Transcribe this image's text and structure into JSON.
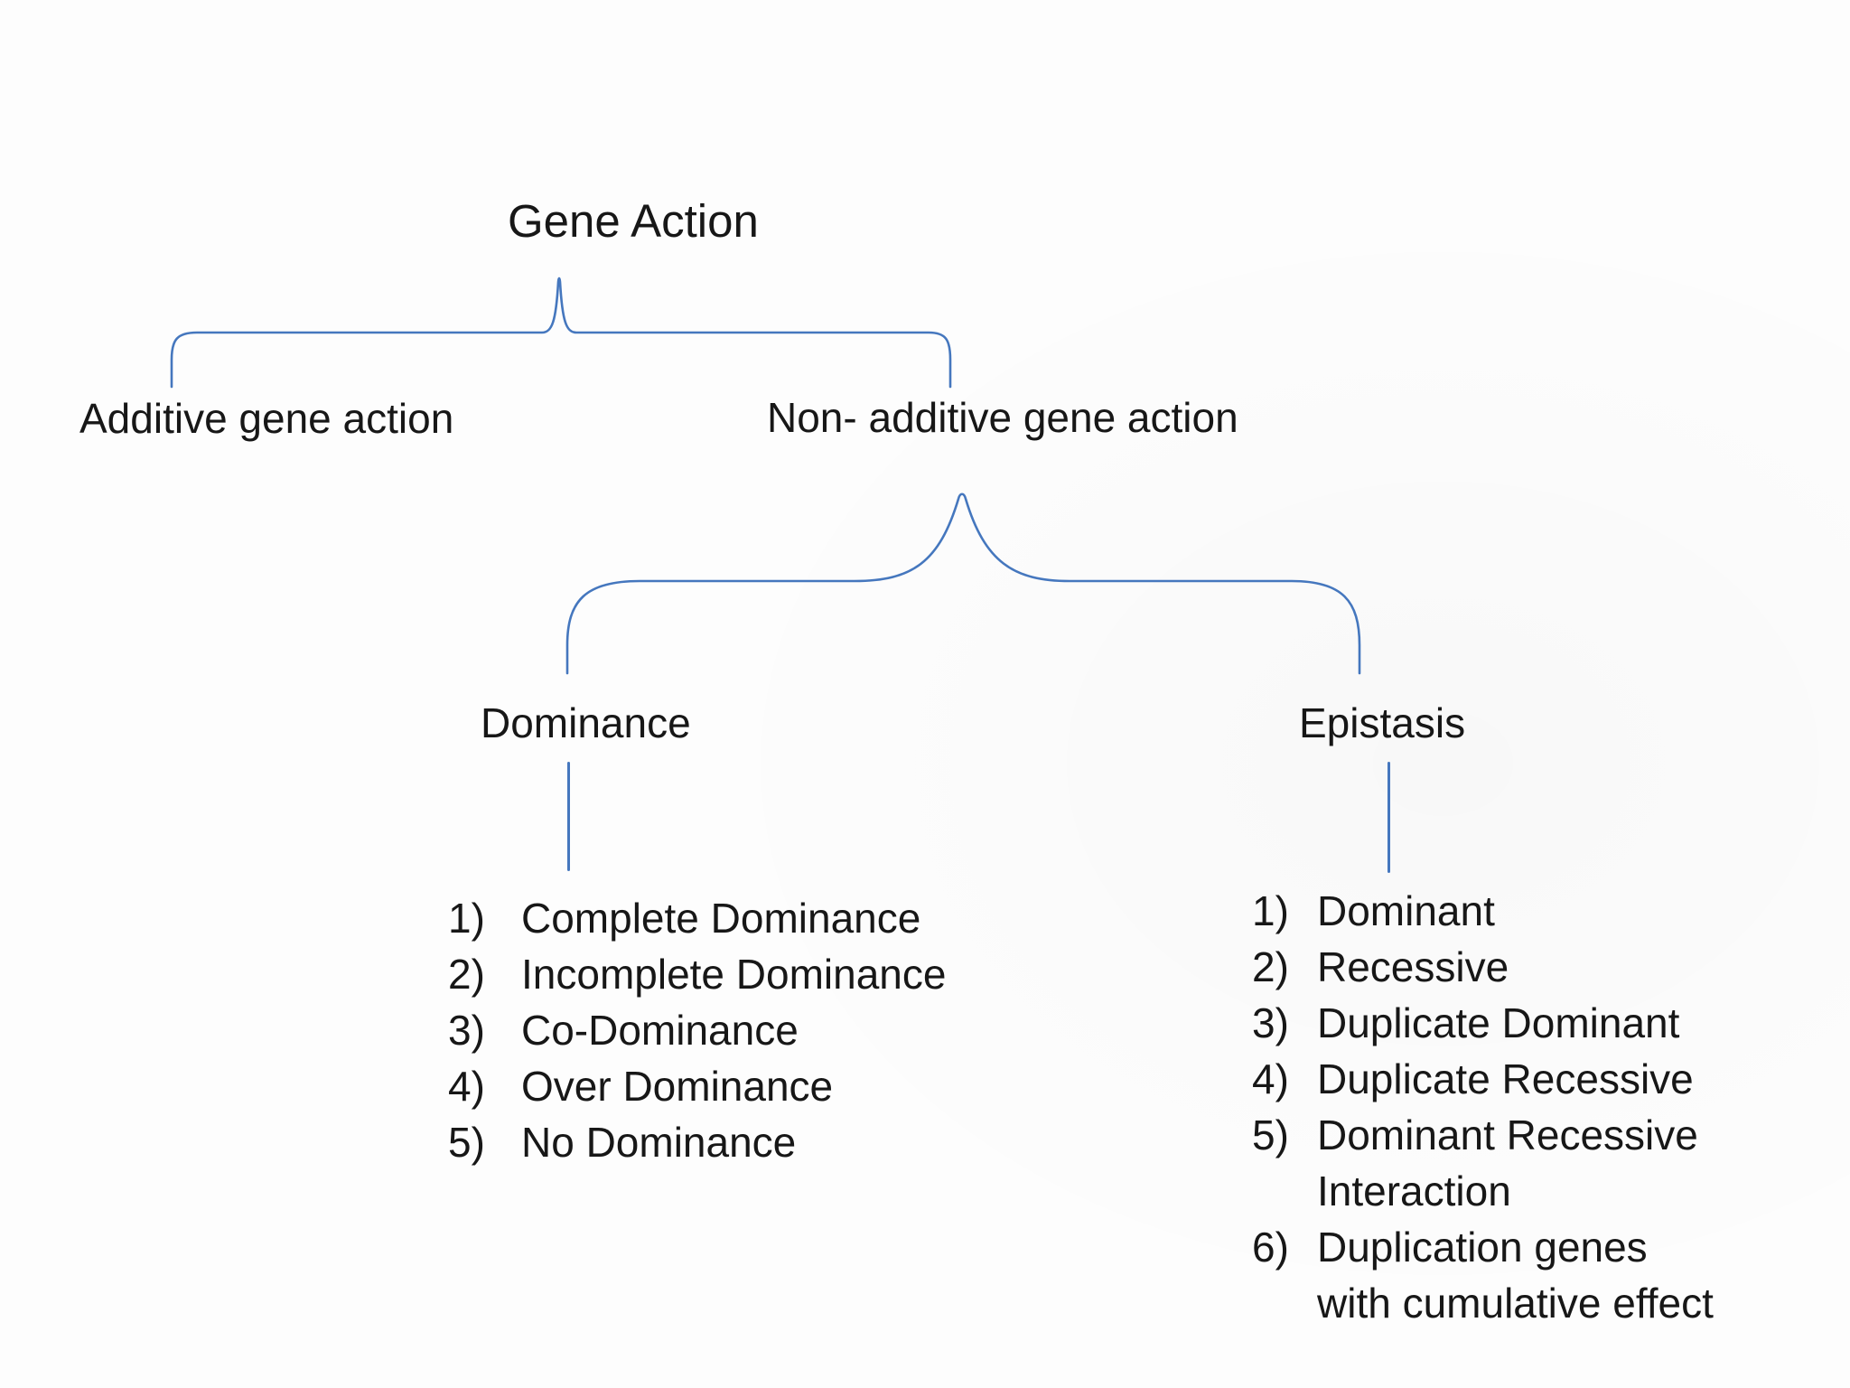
{
  "colors": {
    "line": "#4577BE",
    "text": "#171717",
    "background": "#fdfdfd"
  },
  "tree": {
    "root_label": "Gene Action",
    "level1": {
      "left_label": "Additive gene action",
      "right_label": "Non- additive gene action"
    },
    "level2": {
      "left_label": "Dominance",
      "right_label": "Epistasis"
    }
  },
  "dominance_list": {
    "items": [
      {
        "num": "1)",
        "text": "Complete Dominance"
      },
      {
        "num": "2)",
        "text": "Incomplete Dominance"
      },
      {
        "num": "3)",
        "text": "Co-Dominance"
      },
      {
        "num": "4)",
        "text": "Over Dominance"
      },
      {
        "num": "5)",
        "text": "No Dominance"
      }
    ]
  },
  "epistasis_list": {
    "items": [
      {
        "num": "1)",
        "text": "Dominant"
      },
      {
        "num": "2)",
        "text": "Recessive"
      },
      {
        "num": "3)",
        "text": "Duplicate Dominant"
      },
      {
        "num": "4)",
        "text": "Duplicate Recessive"
      },
      {
        "num": "5)",
        "text": "Dominant Recessive\nInteraction"
      },
      {
        "num": "6)",
        "text": "Duplication genes\nwith cumulative effect"
      }
    ]
  }
}
